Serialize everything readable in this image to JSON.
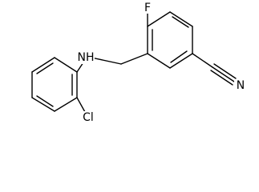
{
  "structure": {
    "atoms": [
      {
        "id": "F",
        "label": "F"
      },
      {
        "id": "N_amine",
        "label": "NH"
      },
      {
        "id": "N_nitrile",
        "label": "N"
      },
      {
        "id": "Cl",
        "label": "Cl"
      }
    ]
  }
}
